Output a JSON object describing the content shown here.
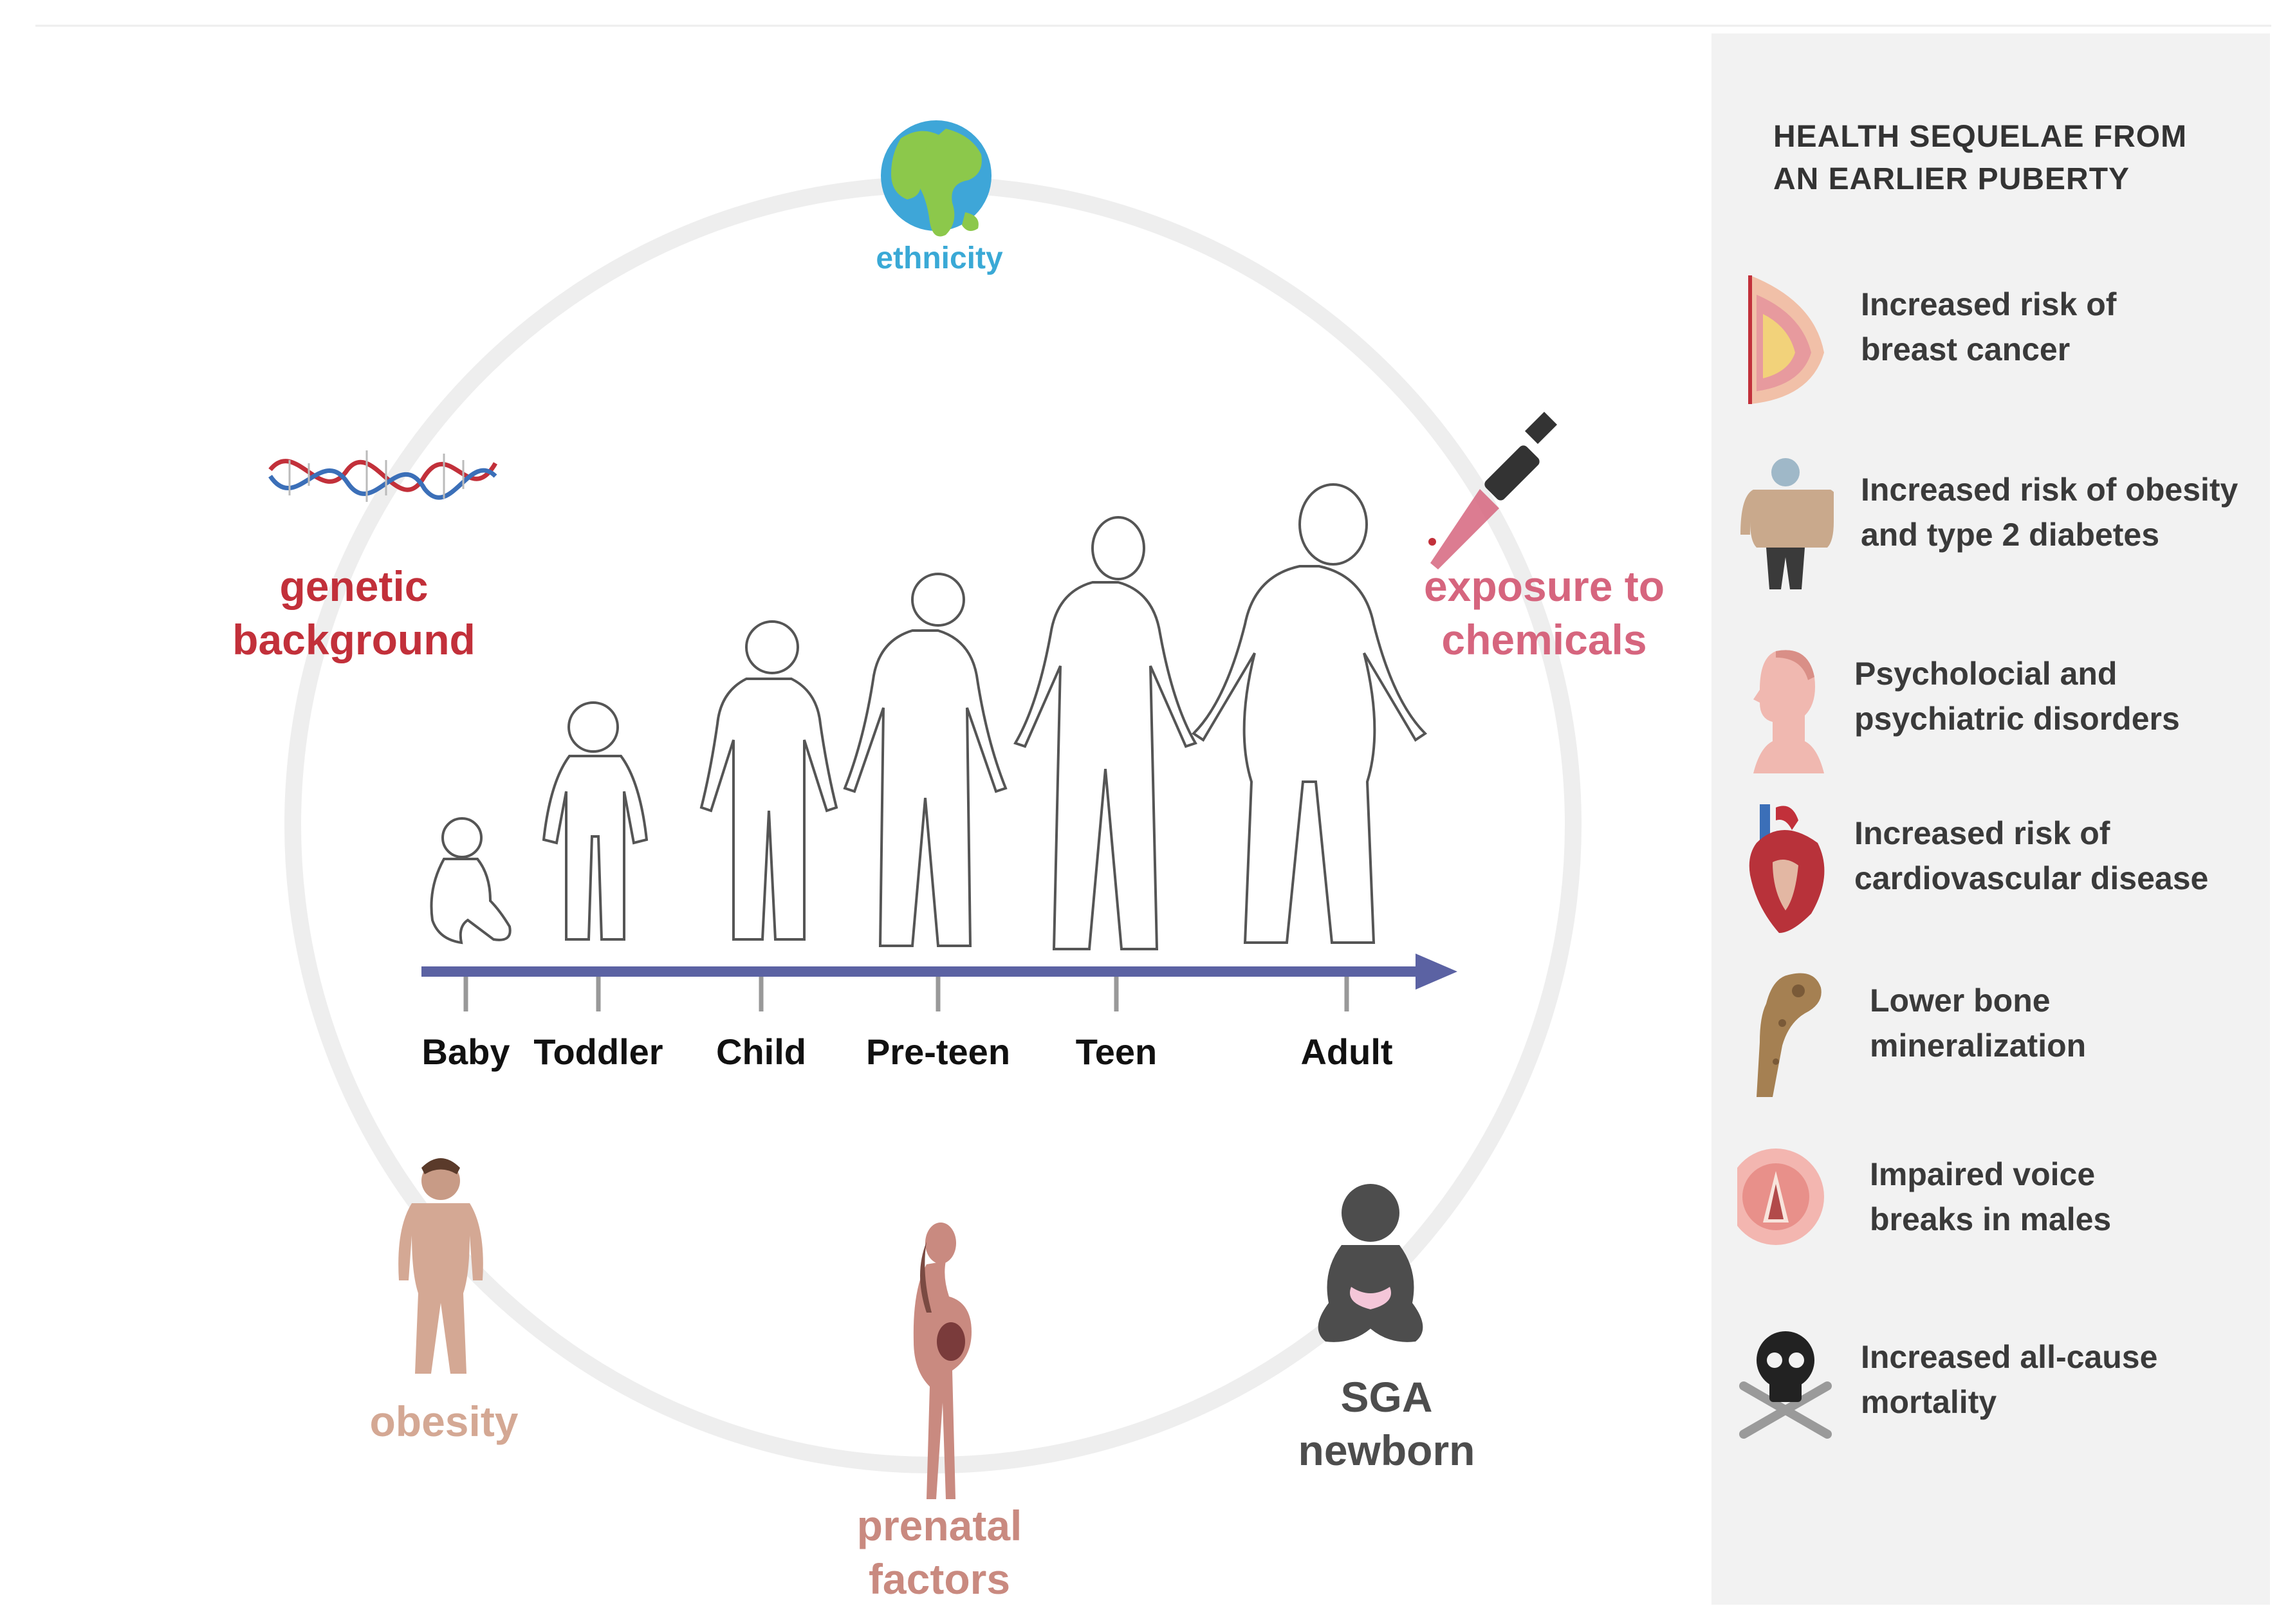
{
  "factors": {
    "ethnicity": "ethnicity",
    "genetic": [
      "genetic",
      "background"
    ],
    "chemicals": [
      "exposure to",
      "chemicals"
    ],
    "obesity": "obesity",
    "prenatal": [
      "prenatal",
      "factors"
    ],
    "sga": [
      "SGA",
      "newborn"
    ]
  },
  "stages": [
    "Baby",
    "Toddler",
    "Child",
    "Pre-teen",
    "Teen",
    "Adult"
  ],
  "sequelae": {
    "title": [
      "HEALTH SEQUELAE FROM",
      "AN EARLIER PUBERTY"
    ],
    "items": [
      {
        "icon": "breast-icon",
        "lines": [
          "Increased risk of",
          "breast cancer"
        ]
      },
      {
        "icon": "obese-person-icon",
        "lines": [
          "Increased risk of obesity",
          "and type 2 diabetes"
        ]
      },
      {
        "icon": "head-profile-icon",
        "lines": [
          "Psycholocial and",
          "psychiatric disorders"
        ]
      },
      {
        "icon": "heart-icon",
        "lines": [
          "Increased risk of",
          "cardiovascular disease"
        ]
      },
      {
        "icon": "bone-icon",
        "lines": [
          "Lower bone",
          "mineralization"
        ]
      },
      {
        "icon": "vocal-cords-icon",
        "lines": [
          "Impaired voice",
          "breaks in males"
        ]
      },
      {
        "icon": "skull-crossbones-icon",
        "lines": [
          "Increased all-cause",
          "mortality"
        ]
      }
    ]
  },
  "colors": {
    "ethnicity": "#3aa9d6",
    "genetic": "#c2303a",
    "chemicals": "#d6657e",
    "obesity": "#d4a894",
    "prenatal": "#c98a80",
    "sga": "#4d4d4d",
    "arrow": "#5b62a3",
    "circle": "#eeeeee",
    "panel": "#f2f2f2"
  }
}
